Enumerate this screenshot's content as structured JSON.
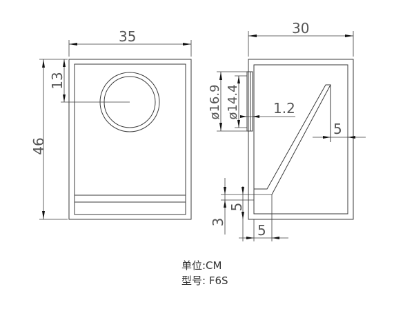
{
  "drawing": {
    "units_label": "单位:CM",
    "model_label": "型号: F6S",
    "front_view": {
      "width_dim": "35",
      "height_dim": "46",
      "driver_center_dim": "13"
    },
    "side_view": {
      "depth_dim": "30",
      "outer_diameter_dim": "ø16.9",
      "inner_diameter_dim": "ø14.4",
      "flange_thickness_dim": "1.2",
      "top_gap_dim": "5",
      "port_height_dim": "5",
      "bottom_offset_dim": "3",
      "port_width_dim": "5"
    }
  }
}
